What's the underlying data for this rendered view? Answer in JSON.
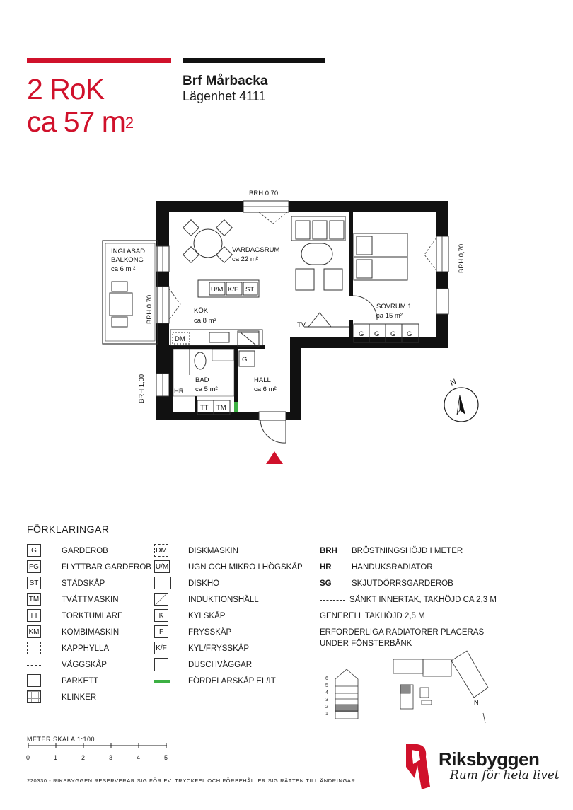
{
  "header": {
    "rooms_type": "2 RoK",
    "area_prefix": "ca 57 m",
    "area_sup": "2",
    "brf": "Brf Mårbacka",
    "apartment": "Lägenhet 4111"
  },
  "plan": {
    "brh_top": "BRH 0,70",
    "brh_right": "BRH 0,70",
    "brh_left_mid": "BRH 0,70",
    "brh_left_low": "BRH 1,00",
    "balcony_name": "INGLASAD",
    "balcony_name2": "BALKONG",
    "balcony_area": "ca 6 m ²",
    "living_name": "VARDAGSRUM",
    "living_area": "ca 22 m²",
    "kitchen_name": "KÖK",
    "kitchen_area": "ca 8 m²",
    "bedroom_name": "SOVRUM 1",
    "bedroom_area": "ca 15 m²",
    "bath_name": "BAD",
    "bath_area": "ca 5 m²",
    "hall_name": "HALL",
    "hall_area": "ca 6 m²",
    "tv": "TV",
    "hr": "HR",
    "um": "U/M",
    "kf": "K/F",
    "st": "ST",
    "dm": "DM",
    "g": "G",
    "tt": "TT",
    "tm": "TM",
    "north": "N"
  },
  "legend": {
    "title": "FÖRKLARINGAR",
    "col1": [
      {
        "sym": "G",
        "label": "GARDEROB"
      },
      {
        "sym": "FG",
        "label": "FLYTTBAR GARDEROB"
      },
      {
        "sym": "ST",
        "label": "STÄDSKÅP"
      },
      {
        "sym": "TM",
        "label": "TVÄTTMASKIN"
      },
      {
        "sym": "TT",
        "label": "TORKTUMLARE"
      },
      {
        "sym": "KM",
        "label": "KOMBIMASKIN"
      },
      {
        "sym": "",
        "label": "KAPPHYLLA"
      },
      {
        "sym": "",
        "label": "VÄGGSKÅP"
      },
      {
        "sym": "",
        "label": "PARKETT"
      },
      {
        "sym": "",
        "label": "KLINKER"
      }
    ],
    "col2": [
      {
        "sym": "DM",
        "label": "DISKMASKIN"
      },
      {
        "sym": "U/M",
        "label": "UGN OCH MIKRO  I HÖGSKÅP"
      },
      {
        "sym": "",
        "label": "DISKHO"
      },
      {
        "sym": "",
        "label": "INDUKTIONSHÄLL"
      },
      {
        "sym": "K",
        "label": "KYLSKÅP"
      },
      {
        "sym": "F",
        "label": "FRYSSKÅP"
      },
      {
        "sym": "K/F",
        "label": "KYL/FRYSSKÅP"
      },
      {
        "sym": "",
        "label": "DUSCHVÄGGAR"
      },
      {
        "sym": "",
        "label": "FÖRDELARSKÅP EL/IT"
      }
    ],
    "col3": [
      {
        "code": "BRH",
        "label": "BRÖSTNINGSHÖJD I METER"
      },
      {
        "code": "HR",
        "label": "HANDUKSRADIATOR"
      },
      {
        "code": "SG",
        "label": "SKJUTDÖRRSGARDEROB"
      }
    ],
    "lowered_ceiling": "SÄNKT INNERTAK, TAKHÖJD CA 2,3 M",
    "general_height": "GENERELL TAKHÖJD 2,5 M",
    "radiator_note_1": "ERFORDERLIGA RADIATORER PLACERAS",
    "radiator_note_2": "UNDER FÖNSTERBÄNK",
    "floors": [
      "6",
      "5",
      "4",
      "3",
      "2",
      "1"
    ]
  },
  "scale": {
    "title": "METER  SKALA 1:100",
    "ticks": [
      "0",
      "1",
      "2",
      "3",
      "4",
      "5"
    ]
  },
  "brand": {
    "name": "Riksbyggen",
    "tagline": "Rum för hela livet",
    "red": "#d0112b"
  },
  "footer": "220330 - RIKSBYGGEN RESERVERAR SIG FÖR EV. TRYCKFEL OCH FÖRBEHÅLLER SIG RÄTTEN TILL ÄNDRINGAR."
}
